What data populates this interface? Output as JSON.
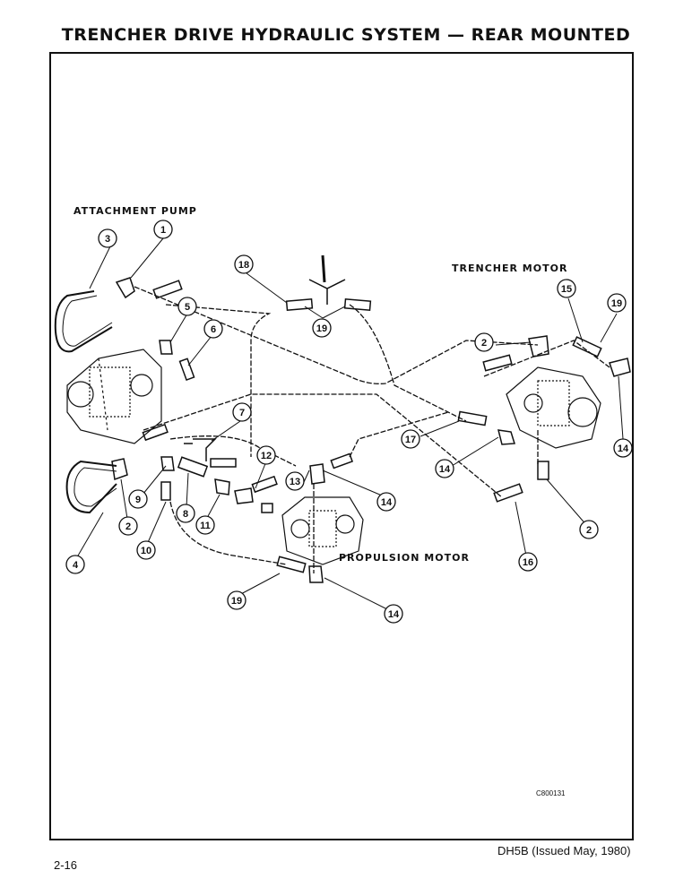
{
  "title": "TRENCHER DRIVE HYDRAULIC SYSTEM — REAR MOUNTED",
  "labels": {
    "attachment_pump": "ATTACHMENT PUMP",
    "trencher_motor": "TRENCHER MOTOR",
    "propulsion_motor": "PROPULSION MOTOR"
  },
  "callouts": [
    "1",
    "2",
    "3",
    "4",
    "5",
    "6",
    "7",
    "8",
    "9",
    "10",
    "11",
    "12",
    "13",
    "14",
    "15",
    "16",
    "17",
    "18",
    "19"
  ],
  "figure_code": "C800131",
  "footer": {
    "page_number": "2-16",
    "doc_id": "DH5B (Issued May, 1980)"
  }
}
